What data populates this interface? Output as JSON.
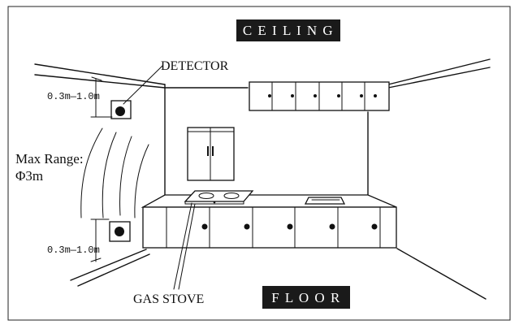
{
  "labels": {
    "ceiling": "C E I L I N G",
    "floor": "F L O O R",
    "detector": "DETECTOR",
    "gas_stove": "GAS STOVE",
    "max_range_line1": "Max Range:",
    "max_range_line2": "Φ3m",
    "distance_top": "0.3m—1.0m",
    "distance_bottom": "0.3m—1.0m"
  }
}
